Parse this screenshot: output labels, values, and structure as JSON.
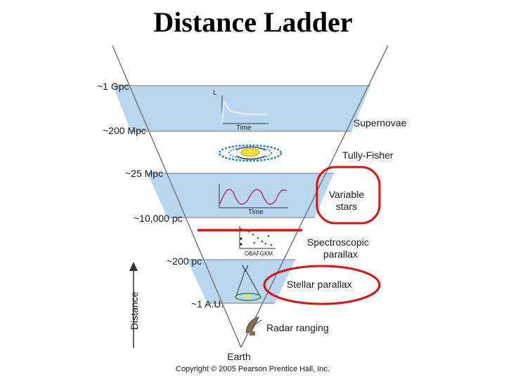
{
  "title": "Distance Ladder",
  "distances": [
    "~1 Gpc",
    "~200 Mpc",
    "~25 Mpc",
    "~10,000 pc",
    "~200 pc",
    "~1 A.U."
  ],
  "bottom_label": "Earth",
  "methods": {
    "supernovae": "Supernovae",
    "tully_fisher": "Tully-Fisher",
    "variable_line1": "Variable",
    "variable_line2": "stars",
    "spectro_line1": "Spectroscopic",
    "spectro_line2": "parallax",
    "stellar_parallax": "Stellar parallax",
    "radar": "Radar ranging"
  },
  "insets": {
    "supernova_y": "L",
    "supernova_x": "Time",
    "variable_x": "Time",
    "hr_x": "OBAFGKM"
  },
  "axis_label": "Distance",
  "copyright": "Copyright © 2005 Pearson Prentice Hall, Inc.",
  "colors": {
    "band": "#b9d8f0",
    "funnel_line": "#777777",
    "highlight": "#e01010"
  }
}
